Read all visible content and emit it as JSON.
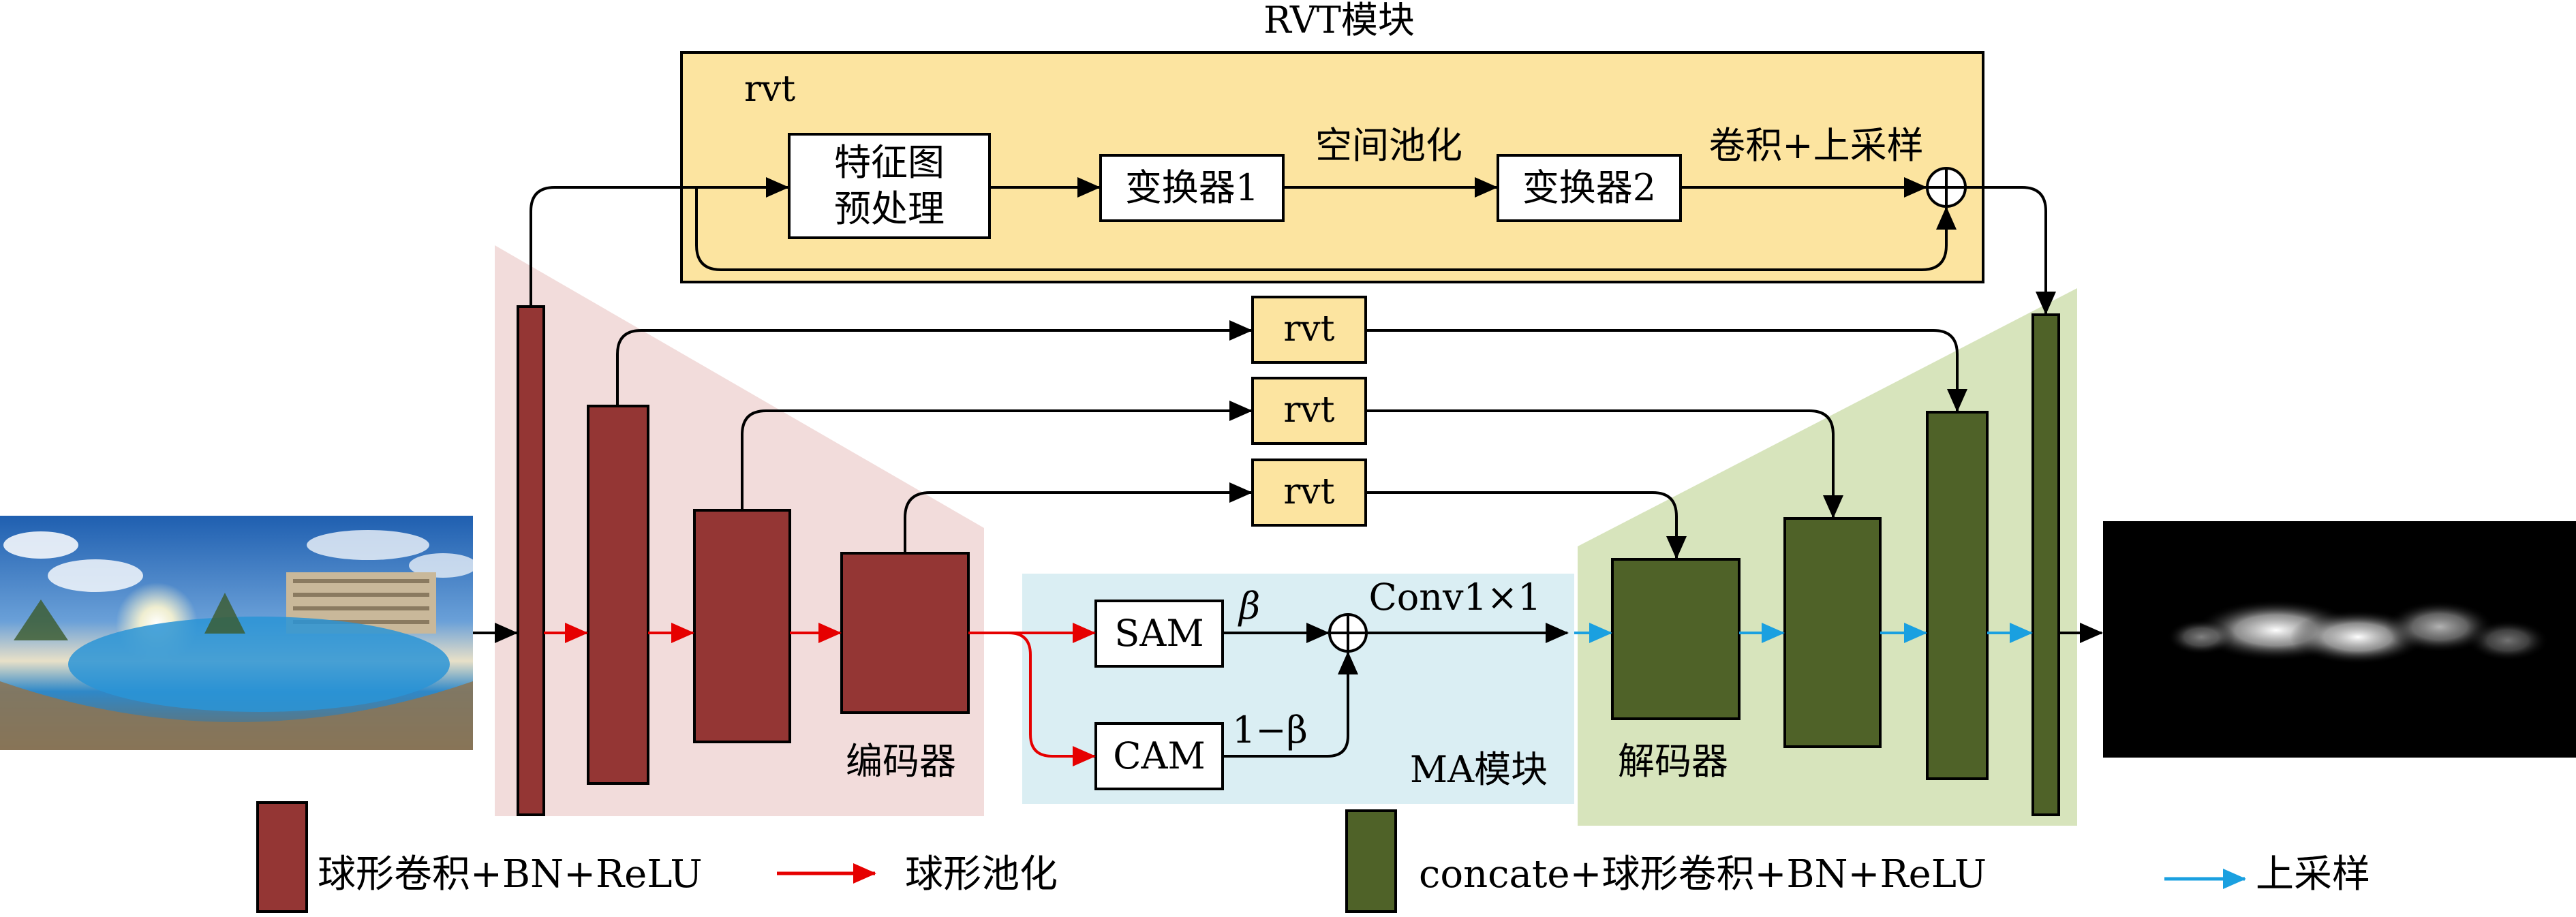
{
  "rvt_module": {
    "title": "RVT模块",
    "tag": "rvt"
  },
  "rvt_pipeline": {
    "feature_preprocess_line1": "特征图",
    "feature_preprocess_line2": "预处理",
    "transformer1": "变换器1",
    "spatial_pooling": "空间池化",
    "transformer2": "变换器2",
    "conv_upsample": "卷积+上采样"
  },
  "skip_blocks": [
    "rvt",
    "rvt",
    "rvt"
  ],
  "encoder": {
    "label": "编码器"
  },
  "ma_module": {
    "label": "MA模块",
    "sam": "SAM",
    "cam": "CAM",
    "beta": "β",
    "one_minus_beta": "1−β",
    "conv": "Conv1×1"
  },
  "decoder": {
    "label": "解码器"
  },
  "legend": {
    "encoder_block": "球形卷积+BN+ReLU",
    "pooling": "球形池化",
    "decoder_block": "concate+球形卷积+BN+ReLU",
    "upsample": "上采样"
  },
  "colors": {
    "encoder_fill": "#943634",
    "encoder_bg": "#f2dcdb",
    "decoder_fill": "#4f6228",
    "decoder_bg": "#d7e4bc",
    "rvt_fill": "#fce4a0",
    "ma_bg": "#daeef3",
    "pool_arrow": "#e60000",
    "upsample_arrow": "#1aa0e0"
  }
}
